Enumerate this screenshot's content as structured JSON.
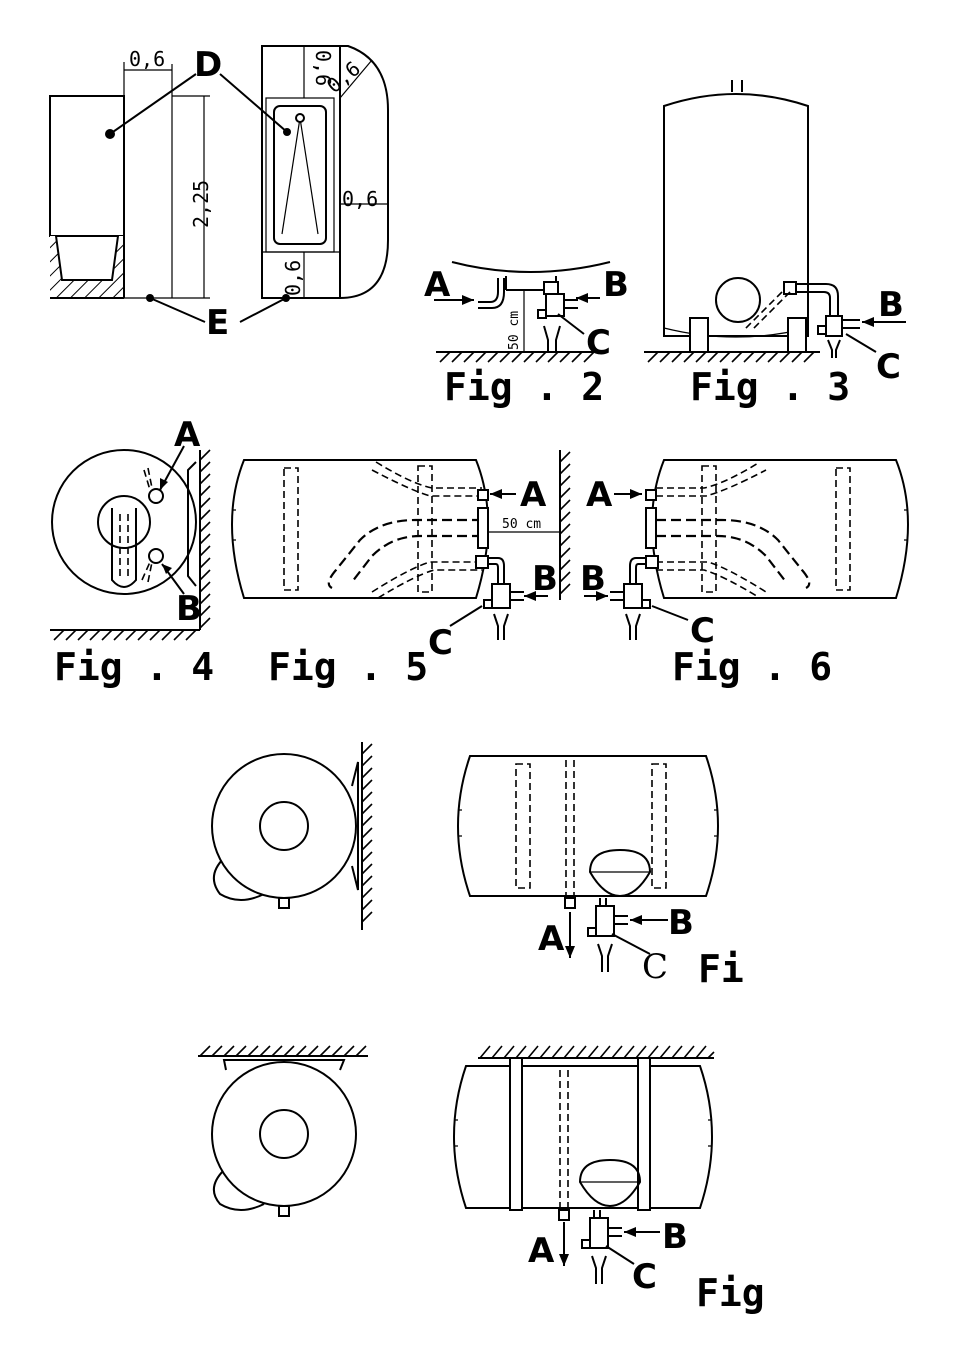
{
  "labels": {
    "A": "A",
    "B": "B",
    "C": "C",
    "D": "D",
    "E": "E"
  },
  "dimensions": {
    "d06": "0,6",
    "d225": "2,25",
    "d50cm": "50 cm"
  },
  "captions": {
    "fig2": "Fig . 2",
    "fig3": "Fig . 3",
    "fig4": "Fig . 4",
    "fig5": "Fig . 5",
    "fig6": "Fig . 6",
    "fig7": "Fi",
    "fig8": "Fig"
  }
}
